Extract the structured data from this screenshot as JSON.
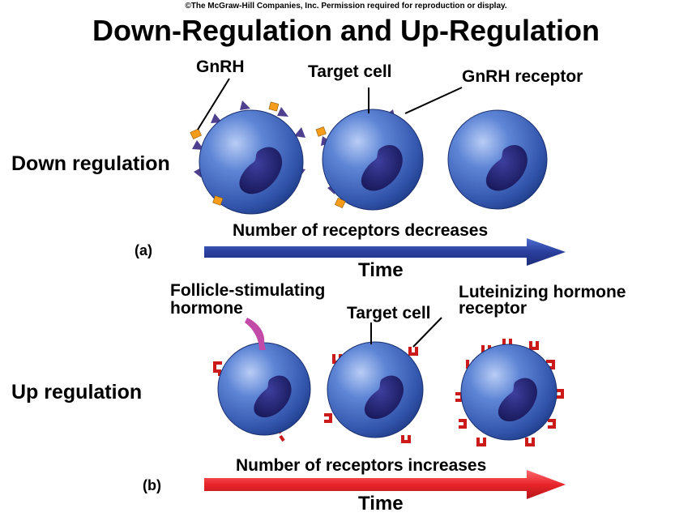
{
  "copyright": "©The McGraw-Hill Companies, Inc. Permission required for reproduction or display.",
  "title": "Down-Regulation and Up-Regulation",
  "colors": {
    "cell_blue": "#3a5fb5",
    "nucleus": "#1a1a66",
    "gnrh": "#f59c1a",
    "gnrh_receptor": "#4f3f8f",
    "lh_receptor": "#cc1a1a",
    "fsh": "#c24aa8",
    "arrow_down": "#2a3f9e",
    "arrow_up": "#e8252a"
  },
  "panel_a": {
    "letter": "(a)",
    "side_label": "Down regulation",
    "labels": {
      "hormone": "GnRH",
      "target_cell": "Target cell",
      "receptor": "GnRH receptor"
    },
    "arrow_text": "Number of receptors decreases",
    "time_label": "Time"
  },
  "panel_b": {
    "letter": "(b)",
    "side_label": "Up regulation",
    "labels": {
      "hormone_line1": "Follicle-stimulating",
      "hormone_line2": "hormone",
      "target_cell": "Target cell",
      "receptor_line1": "Luteinizing hormone",
      "receptor_line2": "receptor"
    },
    "arrow_text": "Number of receptors increases",
    "time_label": "Time"
  }
}
